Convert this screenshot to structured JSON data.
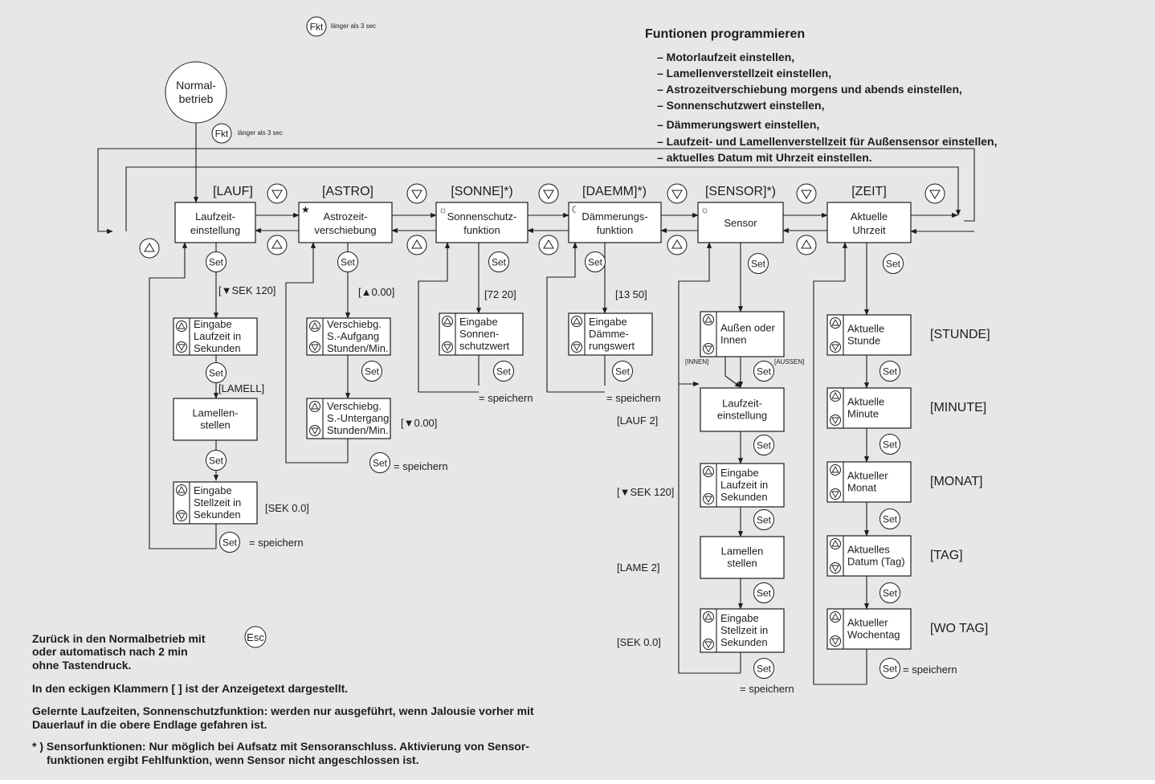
{
  "colors": {
    "background": "#e6e7e8",
    "ink": "#1d1d1b",
    "box": "#ffffff"
  },
  "header": {
    "fkt_note": "länger als 3 sec",
    "title": "Funtionen programmieren",
    "items": [
      "– Motorlaufzeit einstellen,",
      "– Lamellenverstellzeit einstellen,",
      "– Astrozeitverschiebung morgens und abends einstellen,",
      "– Sonnenschutzwert einstellen,",
      "– Dämmerungswert einstellen,",
      "– Laufzeit- und Lamellenverstellzeit für Außensensor einstellen,",
      "– aktuelles Datum mit Uhrzeit einstellen."
    ]
  },
  "start": {
    "line1": "Normal-",
    "line2": "betrieb",
    "fkt": "Fkt",
    "fkt_note": "länger als 3 sec"
  },
  "buttons": {
    "set": "Set",
    "esc": "Esc",
    "fkt": "Fkt"
  },
  "save_label": "= speichern",
  "menus": [
    {
      "code": "[LAUF]",
      "line1": "Laufzeit-",
      "line2": "einstellung"
    },
    {
      "code": "[ASTRO]",
      "line1": "Astrozeit-",
      "line2": "verschiebung",
      "icon": "★"
    },
    {
      "code": "[SONNE]*)",
      "line1": "Sonnenschutz-",
      "line2": "funktion",
      "icon": "☼"
    },
    {
      "code": "[DAEMM]*)",
      "line1": "Dämmerungs-",
      "line2": "funktion",
      "icon": "☾"
    },
    {
      "code": "[SENSOR]*)",
      "line1": "Sensor",
      "line2": "",
      "icon": "☼"
    },
    {
      "code": "[ZEIT]",
      "line1": "Aktuelle",
      "line2": "Uhrzeit"
    }
  ],
  "lauf": {
    "display1": "[▼SEK 120]",
    "input1": [
      "Eingabe",
      "Laufzeit in",
      "Sekunden"
    ],
    "lamell": "[LAMELL]",
    "box2": [
      "Lamellen-",
      "stellen"
    ],
    "input2": [
      "Eingabe",
      "Stellzeit in",
      "Sekunden"
    ],
    "display2": "[SEK 0.0]"
  },
  "astro": {
    "display1": "[▲0.00]",
    "input1": [
      "Verschiebg.",
      "S.-Aufgang",
      "Stunden/Min."
    ],
    "input2": [
      "Verschiebg.",
      "S.-Untergang",
      "Stunden/Min."
    ],
    "display2": "[▼0.00]"
  },
  "sonne": {
    "display": "[72 20]",
    "input": [
      "Eingabe",
      "Sonnen-",
      "schutzwert"
    ]
  },
  "daemm": {
    "display": "[13 50]",
    "input": [
      "Eingabe",
      "Dämme-",
      "rungswert"
    ]
  },
  "sensor": {
    "input1": [
      "Außen oder",
      "Innen"
    ],
    "innen": "[INNEN]",
    "aussen": "[AUSSEN]",
    "box2": [
      "Laufzeit-",
      "einstellung"
    ],
    "lauf2": "[LAUF 2]",
    "input2": [
      "Eingabe",
      "Laufzeit in",
      "Sekunden"
    ],
    "display2": "[▼SEK 120]",
    "box3": [
      "Lamellen",
      "stellen"
    ],
    "lame2": "[LAME 2]",
    "input3": [
      "Eingabe",
      "Stellzeit in",
      "Sekunden"
    ],
    "display3": "[SEK 0.0]"
  },
  "zeit": {
    "steps": [
      {
        "lines": [
          "Aktuelle",
          "Stunde"
        ],
        "code": "[STUNDE]"
      },
      {
        "lines": [
          "Aktuelle",
          "Minute"
        ],
        "code": "[MINUTE]"
      },
      {
        "lines": [
          "Aktueller",
          "Monat"
        ],
        "code": "[MONAT]"
      },
      {
        "lines": [
          "Aktuelles",
          "Datum (Tag)"
        ],
        "code": "[TAG]"
      },
      {
        "lines": [
          "Aktueller",
          "Wochentag"
        ],
        "code": "[WO TAG]"
      }
    ]
  },
  "notes": {
    "back1": "Zurück in den Normalbetrieb mit",
    "back2": "oder automatisch nach 2 min",
    "back3": "ohne Tastendruck.",
    "brackets": "In den eckigen Klammern [ ] ist der Anzeigetext dargestellt.",
    "learned1": "Gelernte Laufzeiten, Sonnenschutzfunktion: werden nur ausgeführt, wenn Jalousie vorher mit",
    "learned2": "Dauerlauf in die obere Endlage gefahren ist.",
    "sensor1": "* ) Sensorfunktionen: Nur möglich bei Aufsatz mit Sensoranschluss. Aktivierung von Sensor-",
    "sensor2": "funktionen ergibt Fehlfunktion, wenn Sensor nicht angeschlossen ist."
  }
}
